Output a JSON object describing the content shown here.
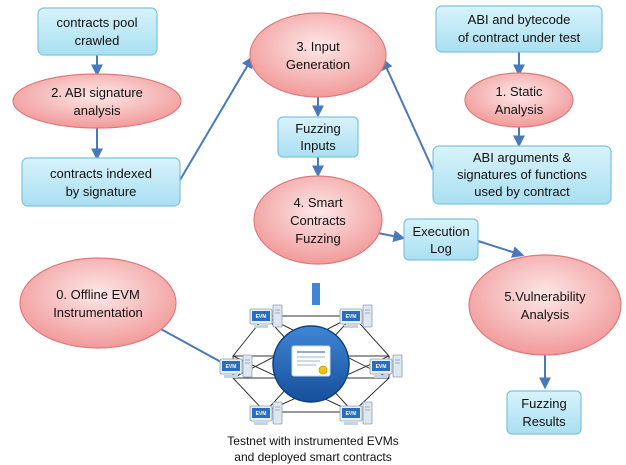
{
  "nodes": {
    "contracts_pool": [
      "contracts pool",
      "crawled"
    ],
    "abi_signature_analysis": [
      "2. ABI signature",
      "analysis"
    ],
    "contracts_indexed": [
      "contracts indexed",
      "by signature"
    ],
    "input_generation": [
      "3. Input",
      "Generation"
    ],
    "fuzzing_inputs": [
      "Fuzzing",
      "Inputs"
    ],
    "smart_contracts_fuzzing": [
      "4. Smart",
      "Contracts",
      "Fuzzing"
    ],
    "abi_bytecode": [
      "ABI and bytecode",
      "of contract under test"
    ],
    "static_analysis": [
      "1. Static",
      "Analysis"
    ],
    "abi_arguments": [
      "ABI arguments &",
      "signatures of functions",
      "used by contract"
    ],
    "execution_log": [
      "Execution",
      "Log"
    ],
    "offline_evm": [
      "0. Offline EVM",
      "Instrumentation"
    ],
    "vulnerability_analysis": [
      "5.Vulnerability",
      "Analysis"
    ],
    "fuzzing_results": [
      "Fuzzing",
      "Results"
    ]
  },
  "evm_label": "EVM",
  "testnet_caption": [
    "Testnet with instrumented EVMs",
    "and deployed smart contracts"
  ],
  "colors": {
    "box_fill": "#bfe9f7",
    "box_stroke": "#7fc3dc",
    "ellipse_light": "#fde3e3",
    "ellipse_dark": "#f4a0a0",
    "ellipse_stroke": "#e07a7a",
    "arrow": "#4a79b9",
    "hub": "#1f66b8",
    "evm_screen": "#2a6cc0"
  }
}
